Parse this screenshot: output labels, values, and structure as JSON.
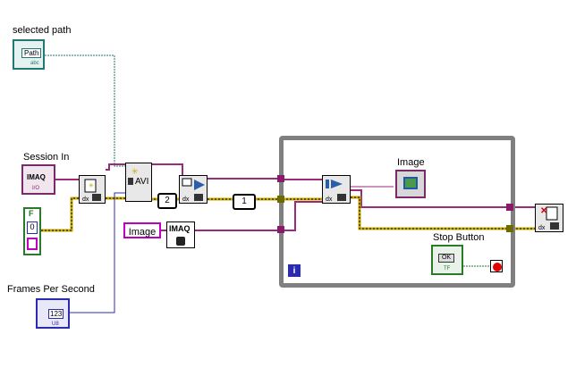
{
  "labels": {
    "selected_path": "selected path",
    "session_in": "Session In",
    "frames_per_second": "Frames Per Second",
    "image_control": "Image",
    "image_indicator": "Image",
    "stop_button": "Stop Button"
  },
  "terminals": {
    "path_text": "Path",
    "path_subtext": "abc",
    "imaq_text": "IMAQ",
    "io_text": "I/O",
    "f_text": "F",
    "zero_text": "0",
    "one_two_three": "123",
    "u8_text": "U8",
    "image_const": "Image",
    "imaq_const": "IMAQ",
    "avi_text": "AVI",
    "ok_text": "OK",
    "tf_text": "TF",
    "dx_text": "dx",
    "i_text": "i"
  },
  "constants": {
    "two": "2",
    "one": "1"
  },
  "colors": {
    "path_wire": "#1e7a72",
    "refnum_wire": "#9a2a7a",
    "numeric_wire": "#2b2bb0",
    "bool_wire": "#2a7a2a",
    "image_wire": "#8a5a00",
    "loop_border": "#808080"
  }
}
